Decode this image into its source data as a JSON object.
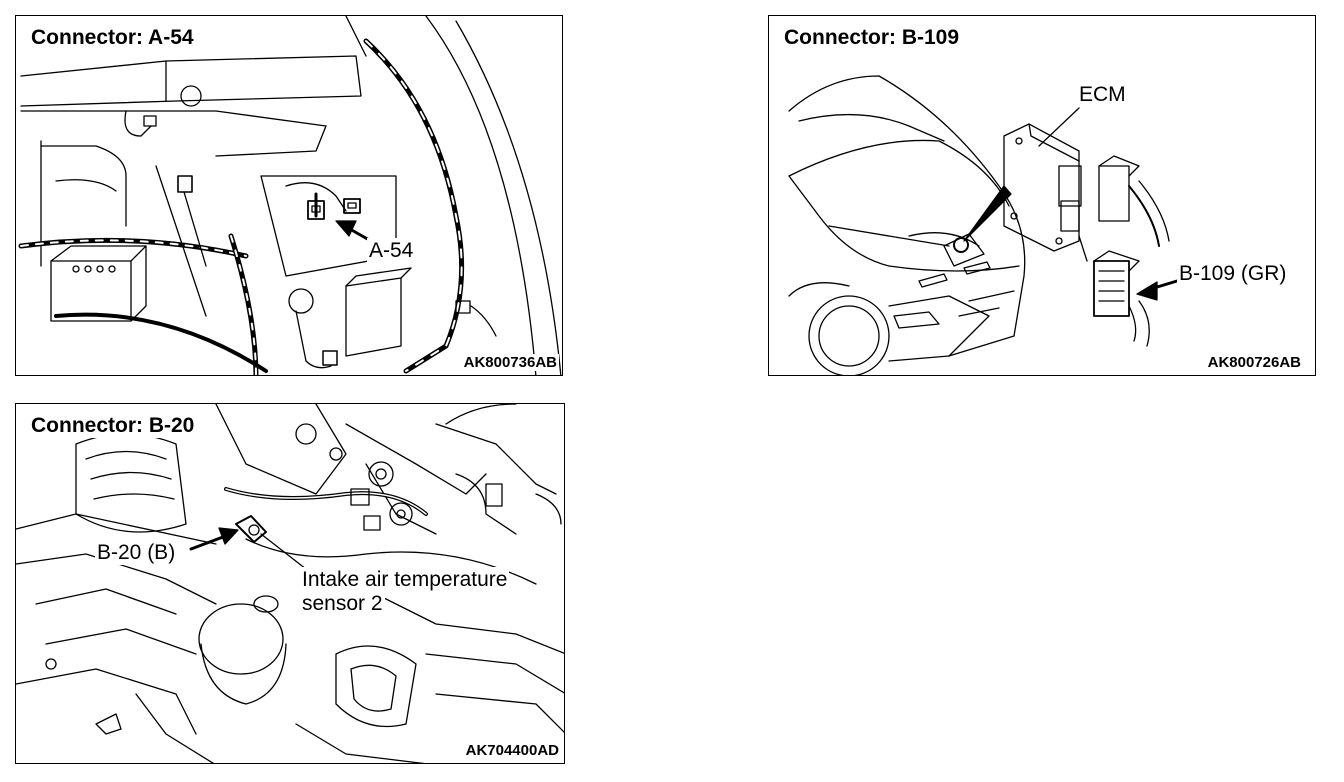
{
  "panels": [
    {
      "title": "Connector: A-54",
      "callouts": [
        "A-54"
      ],
      "figure_code": "AK800736AB"
    },
    {
      "title": "Connector: B-109",
      "callouts": [
        "ECM",
        "B-109 (GR)"
      ],
      "figure_code": "AK800726AB"
    },
    {
      "title": "Connector: B-20",
      "callouts": [
        "B-20 (B)",
        "Intake air temperature",
        "sensor 2"
      ],
      "figure_code": "AK704400AD"
    }
  ]
}
